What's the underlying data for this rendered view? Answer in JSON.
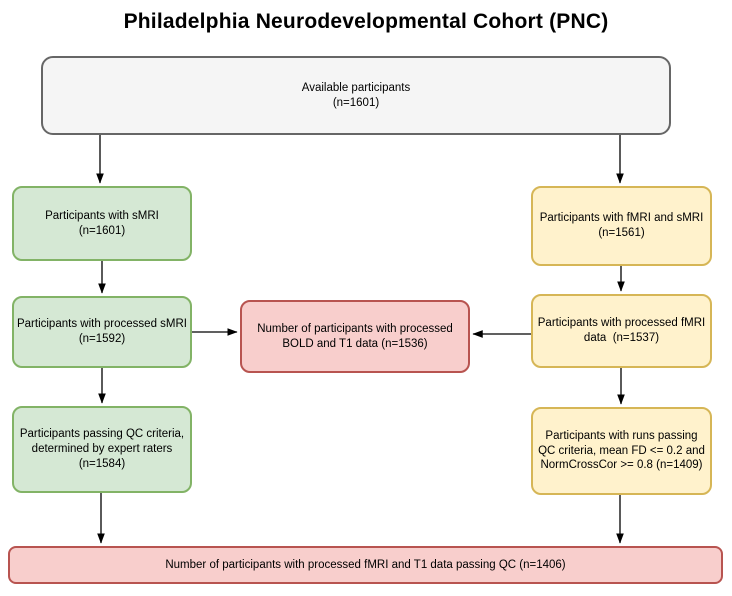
{
  "title": "Philadelphia Neurodevelopmental Cohort (PNC)",
  "colors": {
    "gray_fill": "#f5f5f5",
    "gray_border": "#666666",
    "green_fill": "#d5e8d4",
    "green_border": "#82b366",
    "yellow_fill": "#fff2cc",
    "yellow_border": "#d6b656",
    "red_fill": "#f8cecc",
    "red_border": "#b85450",
    "arrow": "#000000",
    "background": "#ffffff"
  },
  "nodes": {
    "available": {
      "text": "Available participants\n(n=1601)"
    },
    "smri": {
      "text": "Participants with sMRI\n(n=1601)"
    },
    "smri_processed": {
      "text": "Participants with processed sMRI\n(n=1592)"
    },
    "smri_qc": {
      "text": "Participants passing QC criteria,\ndetermined by expert raters\n(n=1584)"
    },
    "fmri": {
      "text": "Participants with fMRI and sMRI\n(n=1561)"
    },
    "fmri_processed": {
      "text": "Participants with processed fMRI\ndata  (n=1537)"
    },
    "fmri_qc": {
      "text": "Participants with runs passing\nQC criteria, mean FD <= 0.2 and\nNormCrossCor >= 0.8 (n=1409)"
    },
    "bold_t1": {
      "text": "Number of participants with processed\nBOLD and T1 data (n=1536)"
    },
    "final": {
      "text": "Number of participants with processed fMRI and T1 data passing QC (n=1406)"
    }
  },
  "edges": [
    {
      "from": "available",
      "to": "smri"
    },
    {
      "from": "available",
      "to": "fmri"
    },
    {
      "from": "smri",
      "to": "smri_processed"
    },
    {
      "from": "smri_processed",
      "to": "smri_qc"
    },
    {
      "from": "smri_qc",
      "to": "final"
    },
    {
      "from": "fmri",
      "to": "fmri_processed"
    },
    {
      "from": "fmri_processed",
      "to": "fmri_qc"
    },
    {
      "from": "fmri_qc",
      "to": "final"
    },
    {
      "from": "smri_processed",
      "to": "bold_t1"
    },
    {
      "from": "fmri_processed",
      "to": "bold_t1"
    }
  ]
}
